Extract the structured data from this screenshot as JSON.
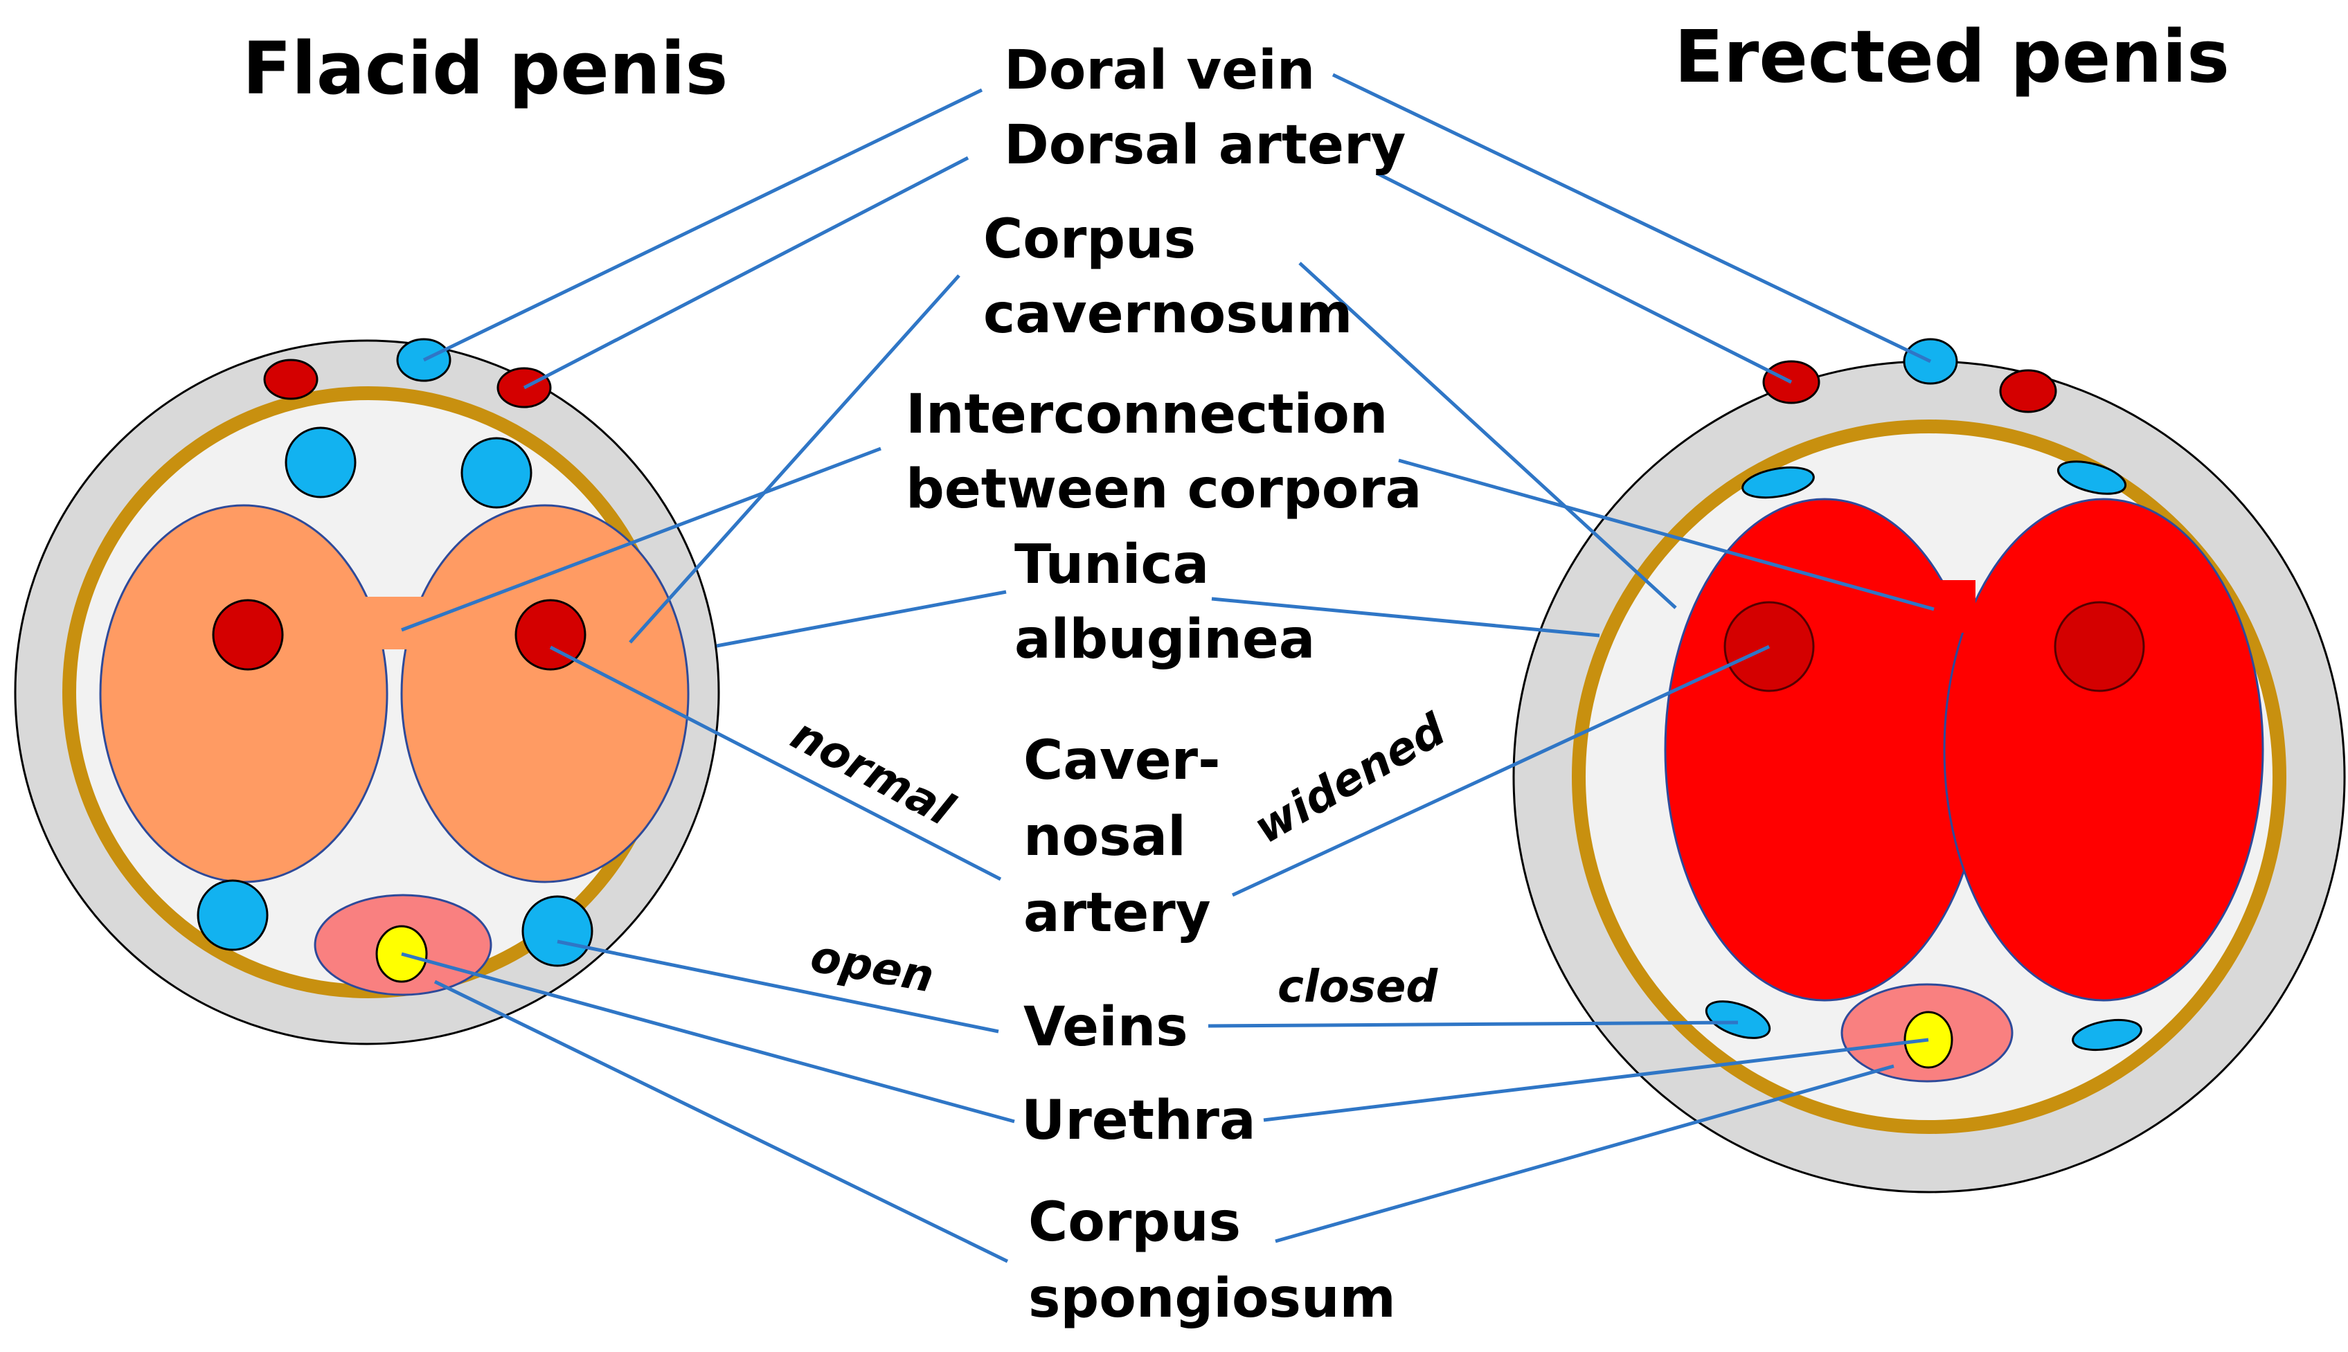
{
  "titles": {
    "flaccid": "Flacid penis",
    "erected": "Erected penis"
  },
  "labels": {
    "dorsal_vein": "Doral vein",
    "dorsal_artery": "Dorsal artery",
    "corpus_cavernosum_1": "Corpus",
    "corpus_cavernosum_2": "cavernosum",
    "interconnection_1": "Interconnection",
    "interconnection_2": "between corpora",
    "tunica_1": "Tunica",
    "tunica_2": "albuginea",
    "cavernosal_1": "Caver-",
    "cavernosal_2": "nosal",
    "cavernosal_3": "artery",
    "veins": "Veins",
    "urethra": "Urethra",
    "spongiosum_1": "Corpus",
    "spongiosum_2": "spongiosum"
  },
  "states": {
    "artery_flaccid": "normal",
    "artery_erected": "widened",
    "veins_flaccid": "open",
    "veins_erected": "closed"
  },
  "colors": {
    "skin_gray": "#d9d9d9",
    "inner_bg": "#f2f2f2",
    "tunica_gold": "#c8900f",
    "flaccid_corpora": "#ff9b63",
    "erected_corpora": "#ff0000",
    "artery_red": "#d40000",
    "vein_blue": "#12b2f0",
    "spongiosum_pink": "#f98080",
    "urethra_yellow": "#ffff00",
    "leader_blue": "#2f76c6"
  }
}
